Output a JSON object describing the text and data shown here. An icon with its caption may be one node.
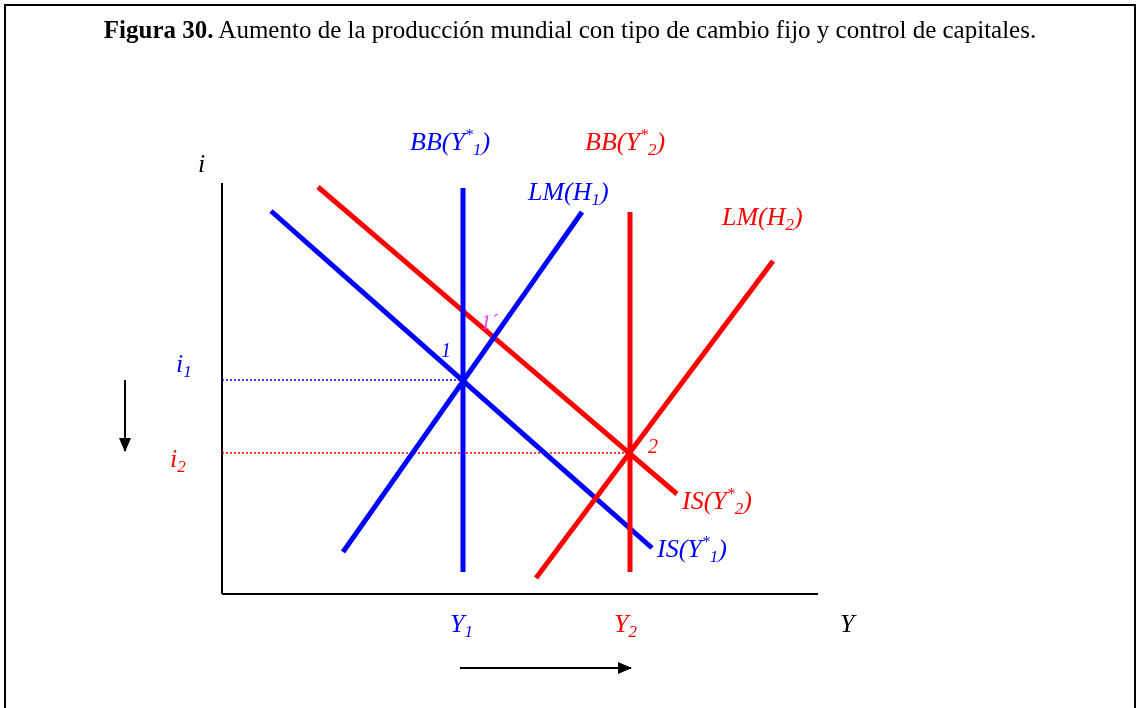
{
  "diagram": {
    "title": "**Figura  30.** Aumento de la producción mundial con tipo de cambio fijo y control de capitales.",
    "labels": [
      "i",
      "BB(Y$^{*}$$_{1}$)",
      "BB(Y$^{*}$$_{2}$)",
      "LM(H$_{1}$)",
      "LM(H$_{2}$)",
      "1´",
      "1",
      "i$_{1}$",
      "2",
      "i$_{2}$",
      "IS(Y$^{*}$$_{2}$)",
      "IS(Y$^{*}$$_{1}$)",
      "Y$_{1}$",
      "Y$_{2}$",
      "Y"
    ]
  }
}
